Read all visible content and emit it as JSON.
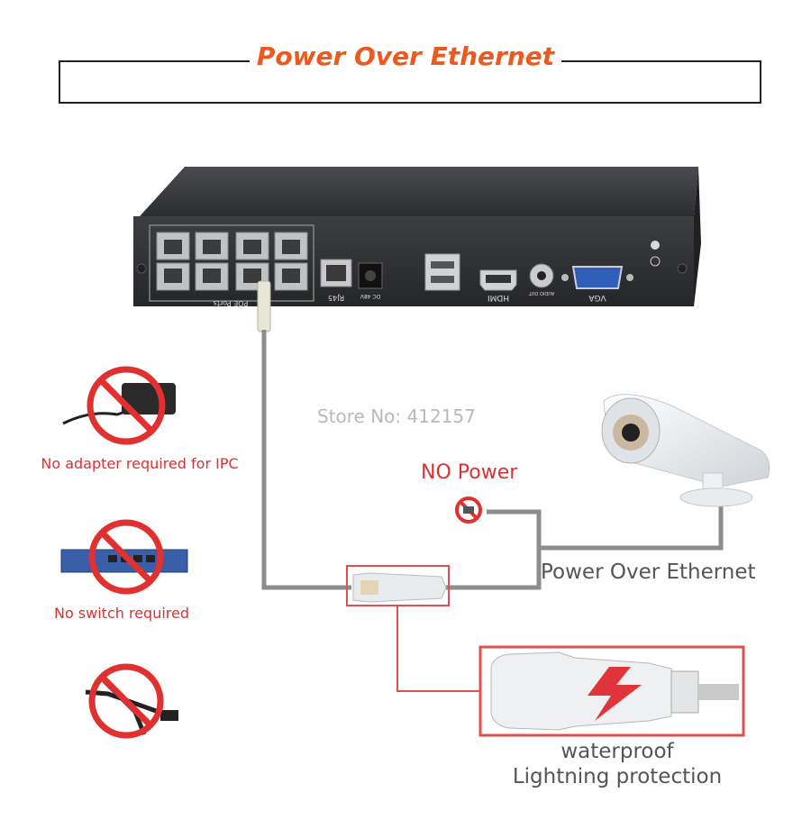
{
  "title": "Power Over Ethernet",
  "nvr": {
    "ports_label": "POE Ports",
    "rj45_label": "RJ45",
    "dc_label": "DC 48V",
    "hdmi_label": "HDMI",
    "audio_label": "AUDIO OUT",
    "vga_label": "VGA"
  },
  "watermark": "Store No: 412157",
  "no_adapter_text": "No adapter required for IPC",
  "no_switch_text": "No switch required",
  "no_power_text": "NO Power",
  "poe_text": "Power Over Ethernet",
  "waterproof_text": "waterproof",
  "lightning_text": "Lightning protection",
  "colors": {
    "title": "#ee5a1d",
    "red": "#e03030",
    "cable": "#8c8c8c",
    "nvr_body": "#3a3b3d"
  }
}
